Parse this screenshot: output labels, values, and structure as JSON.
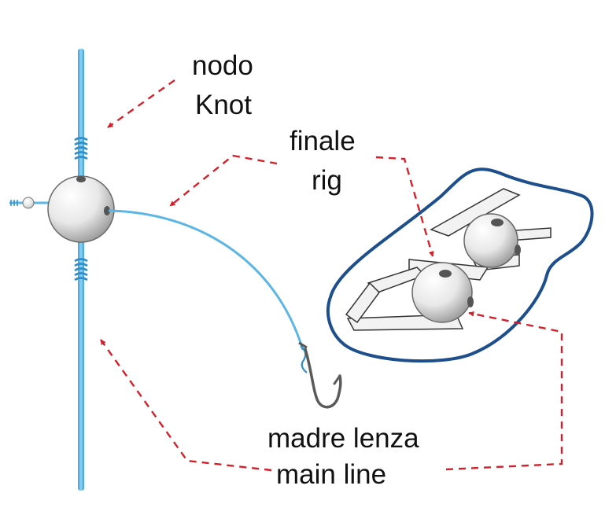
{
  "labels": {
    "knot_it": "nodo",
    "knot_en": "Knot",
    "rig_it": "finale",
    "rig_en": "rig",
    "main_line_it": "madre lenza",
    "main_line_en": "main line"
  },
  "colors": {
    "line": "#5bb6e6",
    "line_dark": "#2f8fc8",
    "arrow": "#d4202a",
    "outline": "#1d4f8c",
    "bead": "#e6e6e6",
    "hook": "#555555",
    "text": "#111111"
  }
}
